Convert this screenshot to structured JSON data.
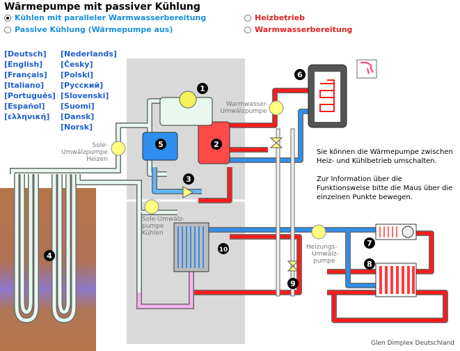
{
  "title": "Wärmepumpe mit passiver Kühlung",
  "modes": [
    {
      "label": "Kühlen mit paralleler Warmwasserbereitung",
      "selected": true
    },
    {
      "label": "Passive Kühlung (Wärmepumpe aus)",
      "selected": false
    },
    {
      "label": "Heizbetrieb",
      "selected": false
    },
    {
      "label": "Warmwasserbereitung",
      "selected": false
    }
  ],
  "languages_left": [
    "[Deutsch]",
    "[English]",
    "[Français]",
    "[Italiano]",
    "[Português]",
    "[Español]",
    "[ελληνική]"
  ],
  "languages_right": [
    "[Nederlands]",
    "[Česky]",
    "[Polski]",
    "[Русский]",
    "[Slovenski]",
    "[Suomi]",
    "[Dansk]",
    "[Norsk]"
  ],
  "info": {
    "p1": "Sie können die Wärmepumpe zwischen Heiz- und Kühlbetrieb umschalten.",
    "p2": "Zur Information über die Funktionsweise bitte die Maus über die einzelnen Punkte bewegen."
  },
  "labels": {
    "warmwasser_1": "Warmwasser-",
    "warmwasser_2": "Umwälzpumpe",
    "sole_heizen_1": "Sole-",
    "sole_heizen_2": "Umwälzpumpe",
    "sole_heizen_3": "Heizen",
    "sole_kuehlen_1": "Sole-Umwälz-",
    "sole_kuehlen_2": "pumpe",
    "sole_kuehlen_3": "Kühlen",
    "heizung_1": "Heizungs-",
    "heizung_2": "Umwälz-",
    "heizung_3": "pumpe"
  },
  "points": [
    "1",
    "2",
    "3",
    "4",
    "5",
    "6",
    "7",
    "8",
    "9",
    "10"
  ],
  "footer": "Glen Dimplex Deutschland",
  "colors": {
    "hot": "#ff1a1a",
    "cold": "#2f8ff0",
    "brine": "#e8f8ef",
    "pink": "#f6b4ec",
    "ground": "#b5754a",
    "unit": "#d9d9d9"
  }
}
